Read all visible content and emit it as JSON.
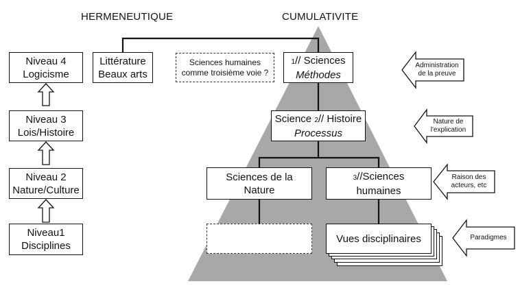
{
  "headings": {
    "left": "HERMENEUTIQUE",
    "right": "CUMULATIVITE"
  },
  "levels": [
    {
      "line1": "Niveau 4",
      "line2": "Logicisme"
    },
    {
      "line1": "Niveau 3",
      "line2": "Lois/Histoire"
    },
    {
      "line1": "Niveau 2",
      "line2": "Nature/Culture"
    },
    {
      "line1": "Niveau1",
      "line2": "Disciplines"
    }
  ],
  "top_row": {
    "litterature": {
      "line1": "Littérature",
      "line2": "Beaux arts"
    },
    "sciences_humaines_voie": {
      "line1": "Sciences humaines",
      "line2": "comme troisième voie ?"
    },
    "sciences": {
      "num": "1",
      "line1": "// Sciences",
      "line2": "Méthodes"
    }
  },
  "science_histoire": {
    "prefix": "Science ",
    "num": "2",
    "line1": "// Histoire",
    "line2": "Processus"
  },
  "sciences_nature": {
    "line1": "Sciences de la",
    "line2": "Nature"
  },
  "sciences_humaines": {
    "num": "3",
    "line1": "//Sciences",
    "line2": "humaines"
  },
  "vues": {
    "label": "Vues disciplinaires"
  },
  "side_arrows": [
    {
      "line1": "Administration",
      "line2": "de la preuve"
    },
    {
      "line1": "Nature de",
      "line2": "l'explication"
    },
    {
      "line1": "Raison des",
      "line2": "acteurs, etc"
    },
    {
      "line1": "Paradigmes",
      "line2": ""
    }
  ],
  "colors": {
    "pyramid": "#a8a8a8",
    "line": "#111111",
    "background": "#ffffff"
  }
}
